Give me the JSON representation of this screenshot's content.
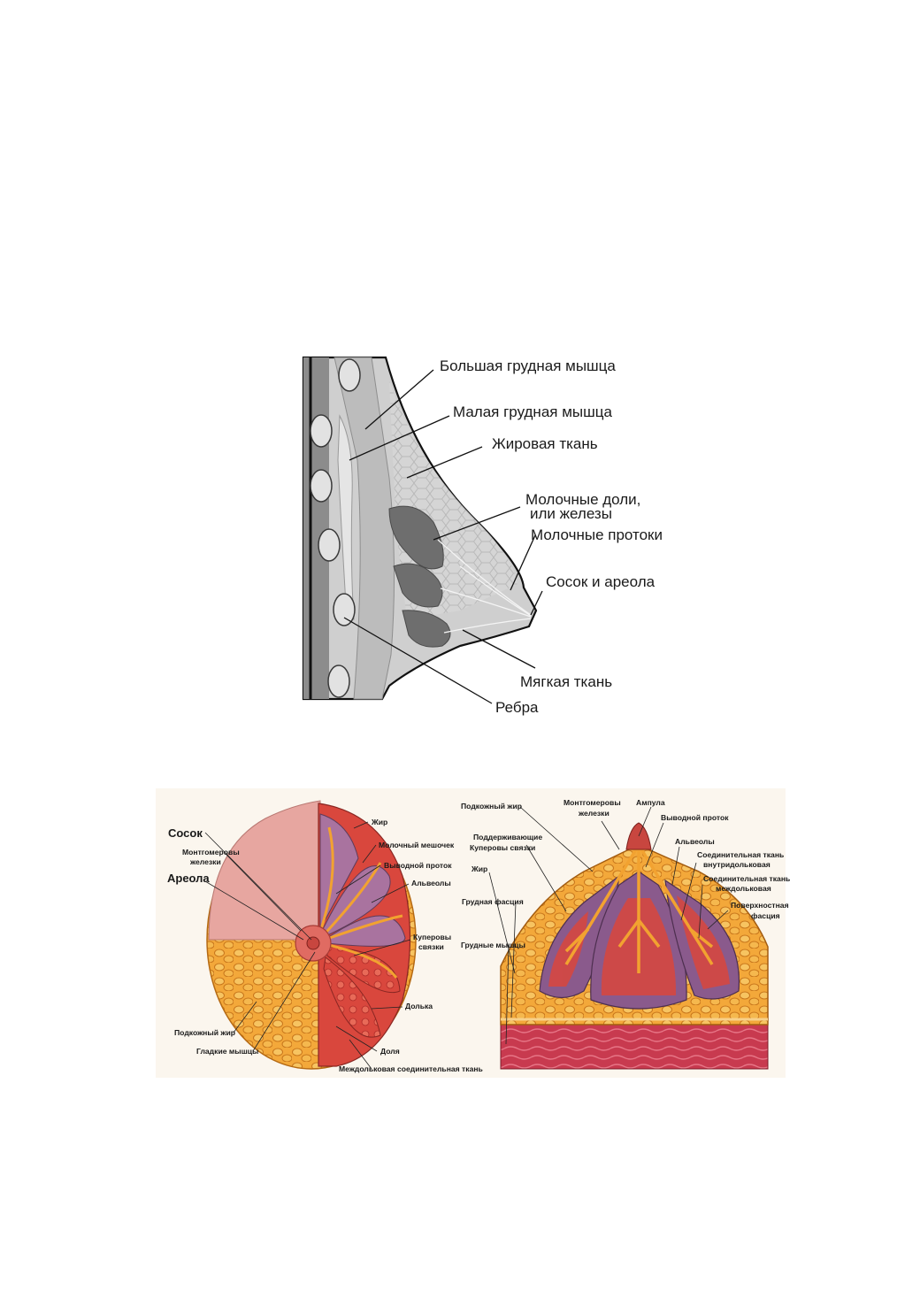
{
  "figure1": {
    "labels": [
      "Большая грудная мышца",
      "Малая грудная мышца",
      "Жировая ткань",
      "Молочные доли,",
      "или железы",
      "Молочные протоки",
      "Сосок и ареола",
      "Мягкая ткань",
      "Ребра"
    ]
  },
  "figure2": {
    "labels": [
      "Сосок",
      "Монтгомеровы",
      "железки",
      "Ареола",
      "Подкожный жир",
      "Гладкие мышцы",
      "Жир",
      "Молочный мешочек",
      "Выводной проток",
      "Альвеолы",
      "Куперовы",
      "связки",
      "Долька",
      "Доля",
      "Междольковая соединительная ткань"
    ]
  },
  "figure3": {
    "labels": [
      "Подкожный жир",
      "Монтгомеровы",
      "железки",
      "Ампула",
      "Выводной проток",
      "Поддерживающие",
      "Куперовы связки",
      "Альвеолы",
      "Соединительная ткань",
      "внутридольковая",
      "Соединительная ткань",
      "междольковая",
      "Жир",
      "Грудная фасция",
      "Поверхностная",
      "фасция",
      "Грудные мышцы"
    ]
  },
  "colors": {
    "gray_light": "#dcdcdc",
    "gray_mid": "#a9a9a9",
    "gray_dark": "#5f5f5f",
    "skin_pink": "#e7a6a0",
    "fat_orange": "#f2a230",
    "tissue_red": "#cf3a36",
    "lobule_purple": "#8a5a8c",
    "muscle_red": "#c4344a"
  }
}
